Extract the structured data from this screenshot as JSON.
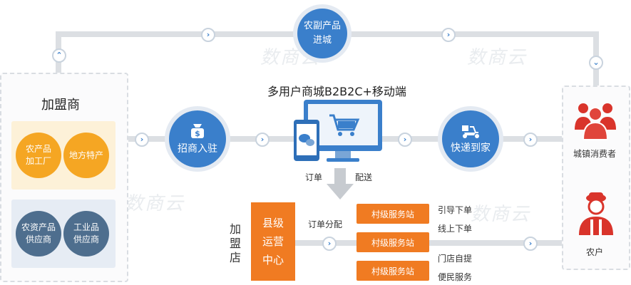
{
  "title": "多用户商城B2B2C+移动端",
  "top_circle": {
    "line1": "农副产品",
    "line2": "进城"
  },
  "left_panel": {
    "title": "加盟商",
    "yellow": [
      {
        "line1": "农产品",
        "line2": "加工厂"
      },
      {
        "line1": "地方特产",
        "line2": ""
      }
    ],
    "gray": [
      {
        "line1": "农资产品",
        "line2": "供应商"
      },
      {
        "line1": "工业品",
        "line2": "供应商"
      }
    ]
  },
  "recruit": {
    "label": "招商入驻",
    "icon": "money-bag-icon"
  },
  "delivery": {
    "label": "快递到家",
    "icon": "delivery-scooter-icon"
  },
  "flow": {
    "order": "订单",
    "ship": "配送",
    "order_assign": "订单分配"
  },
  "franchise_store": "加盟店",
  "county_center": [
    "县级",
    "运营",
    "中心"
  ],
  "stations": [
    "村级服务站",
    "村级服务站",
    "村级服务站"
  ],
  "station_notes": [
    "引导下单",
    "线上下单",
    "门店自提",
    "便民服务"
  ],
  "right": {
    "consumer": "城镇消费者",
    "farmer": "农户"
  },
  "watermark": "数商云",
  "colors": {
    "blue": "#3a7fcb",
    "orange": "#f07b22",
    "yellow": "#f5a623",
    "slate": "#4e6e8e"
  }
}
